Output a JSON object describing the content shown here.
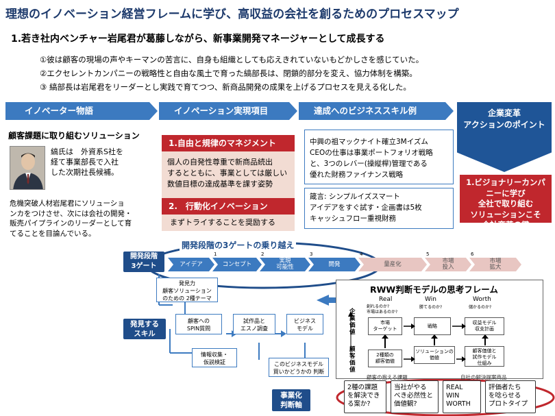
{
  "title": "理想のイノベーション経営フレームに学び、高収益の会社を創るためのプロセスマップ",
  "subtitle": "1.若き社内ベンチャー岩尾君が葛藤しながら、新事業開発マネージャーとして成長する",
  "points": [
    "①彼は顧客の現場の声やキーマンの苦言に、自身も組織としても応えきれていないもどかしさを感じていた。",
    "②エクセレントカンパニーの戦略性と自由な風土で育った縞部長は、閉鎖的部分を変え、協力体制を構築。",
    "③ 縞部長は岩尾君をリーダーとし実践で育てつつ、新商品開発の成果を上げるプロセスを見える化した。"
  ],
  "chevrons": [
    "イノベーター物語",
    "イノペーション実現項目",
    "達成へのビジネススキル例"
  ],
  "kaikaku": {
    "head_line1": "企業変革",
    "head_line2": "アクションのポイント",
    "red_lines": [
      "1.ビジョナリーカンパ",
      "ニーに学び",
      "全社で取り組む",
      "ソリューションこそ",
      "会社変革の鍵"
    ]
  },
  "left": {
    "heading": "顧客課題に取り組むソリューション",
    "profile_lines": [
      "縞氏は　外資系S社を",
      "経て事業部長で入社",
      "した次期社長候補。"
    ],
    "desc_lines": [
      "危機突破人材岩尾君にソリューショ",
      "ンカをつけさせ、次には会社の開発・",
      "販売パイプラインのリーダーとして育",
      "てることを目論んでいる。"
    ]
  },
  "middle": {
    "head1": "1.自由と規律のマネジメント",
    "body1_lines": [
      "個人の自発性尊重で新商品続出",
      "するとともに、事業としては厳しい",
      "数値目標の達成基準を課す姿勢"
    ],
    "head2": "2.　行動化イノベーション",
    "body2": "まずトライすることを奨励する"
  },
  "right": {
    "box1_lines": [
      "中興の祖マックナイト確立3Mイズム",
      "CEOの仕事は事業ポートフォリオ戦略",
      "と、3つのレバー(操縦桿)管理である",
      "優れた財務ファイナンス戦略"
    ],
    "box2_lines": [
      "箴言: シンプルイズスマート",
      "アイデアをすぐ試す・企画書は5枚",
      "キャッシュフロー重視財務"
    ]
  },
  "gate": {
    "ellipse_label": "開発段階の3ゲートの乗り越え",
    "side_label_line1": "開発段階",
    "side_label_line2": "3ゲート",
    "stages": [
      "アイデア",
      "コンセプト",
      "実現\n可能性",
      "開発",
      "量産化",
      "市場\n投入",
      "市場\n拡大"
    ],
    "numbers": [
      "1",
      "2",
      "3",
      "4",
      "5",
      "6"
    ]
  },
  "skills": {
    "side_line1": "発見する",
    "side_line2": "スキル",
    "box_discover": [
      "発見力",
      "顧客ソリューション",
      "のための 2種テーマ"
    ],
    "box_spin": [
      "顧客への",
      "SPIN質問"
    ],
    "box_proto": [
      "試作品と",
      "エスノ調査"
    ],
    "box_biz": [
      "ビジネス",
      "モデル"
    ],
    "box_info": [
      "情報収集・",
      "仮説検証"
    ],
    "box_judge": [
      "このビジネスモデル",
      "買いかどうかの 判断"
    ]
  },
  "rww": {
    "title": "RWW判断モデルの思考フレーム",
    "cols": [
      "Real",
      "Win",
      "Worth"
    ],
    "col_sub": [
      [
        "創れるのか?",
        "市場はあるのか?"
      ],
      [
        "勝てるのか?",
        ""
      ],
      [
        "儲かるのか?",
        ""
      ]
    ],
    "vertical_top": "企業価値",
    "vertical_bottom": "顧客価値",
    "cells": {
      "market": [
        "市場",
        "ターゲット"
      ],
      "strategy": [
        "戦略"
      ],
      "profit": [
        "収益モデル",
        "収支計画"
      ],
      "two_value": [
        "2種類の",
        "顧客価値"
      ],
      "solution": [
        "ソリューションの",
        "価値"
      ],
      "trial": [
        "顧客価値と",
        "試作モデル",
        "仕組み"
      ]
    },
    "bottom_caption_left": "顧客の抱える課題",
    "bottom_caption_right": "自社の解決提案商品"
  },
  "bottom": {
    "side_line1": "事業化",
    "side_line2": "判断軸",
    "boxes": [
      [
        "2種の課題",
        "を解決でき",
        "る案か?"
      ],
      [
        "当社がやる",
        "べき必然性と",
        "価値観?"
      ],
      [
        "REAL",
        "WIN",
        "WORTH"
      ],
      [
        "評価者たち",
        "を唸らせる",
        "プロトタイプ"
      ]
    ]
  },
  "colors": {
    "navy": "#1f4d8a",
    "blue": "#3c7ac0",
    "red": "#c0272d",
    "pink": "#f2dcd3"
  }
}
